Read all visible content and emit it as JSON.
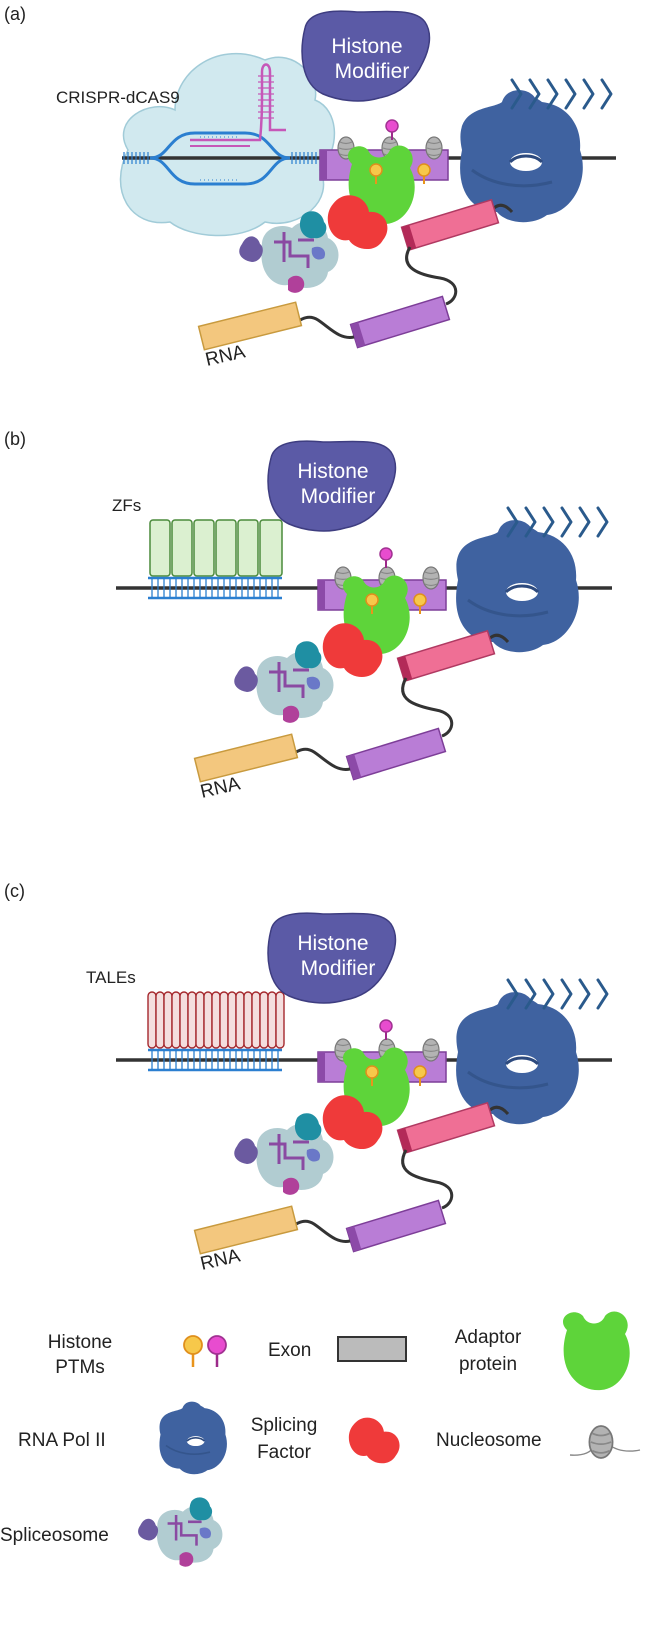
{
  "panels": [
    {
      "label": "(a)",
      "editor_label": "CRISPR-dCAS9",
      "histone_modifier": [
        "Histone",
        "Modifier"
      ],
      "rna_label": "RNA"
    },
    {
      "label": "(b)",
      "editor_label": "ZFs",
      "histone_modifier": [
        "Histone",
        "Modifier"
      ],
      "rna_label": "RNA"
    },
    {
      "label": "(c)",
      "editor_label": "TALEs",
      "histone_modifier": [
        "Histone",
        "Modifier"
      ],
      "rna_label": "RNA"
    }
  ],
  "legend": {
    "histone_ptms": [
      "Histone",
      "PTMs"
    ],
    "exon": "Exon",
    "adaptor_protein": [
      "Adaptor",
      "protein"
    ],
    "rna_pol_ii": "RNA Pol II",
    "splicing_factor": [
      "Splicing",
      "Factor"
    ],
    "nucleosome": "Nucleosome",
    "spliceosome": "Spliceosome"
  },
  "colors": {
    "histone_modifier": "#5b5aa6",
    "rna_pol_ii": "#3f62a0",
    "adaptor_protein": "#5ed43a",
    "splicing_factor": "#ef3a3a",
    "exon_purple": "#b97dd6",
    "exon_pink": "#ef6f95",
    "exon_yellow": "#f3c77e",
    "dna_line": "#333333",
    "dna_blue": "#2b7fd0",
    "zf_green": "#dbf0d0",
    "tale_red": "#a5282d",
    "ptm_yellow": "#f7c84a",
    "ptm_magenta": "#e84ccf",
    "arrows": "#2a5a8c"
  }
}
